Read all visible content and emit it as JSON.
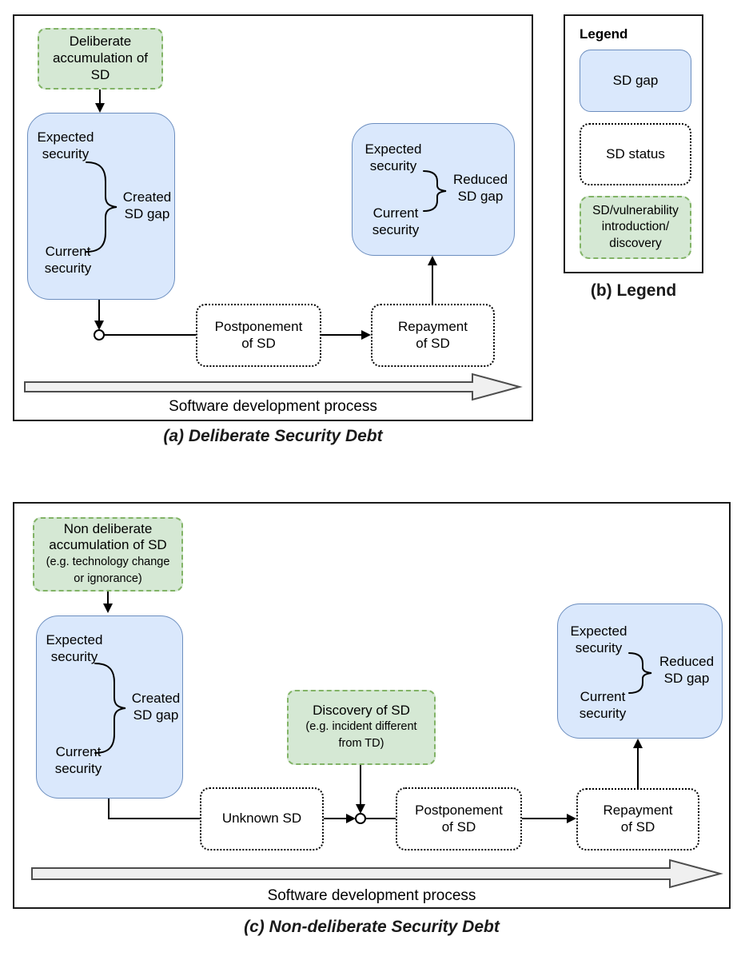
{
  "panel_a": {
    "caption": "(a) Deliberate Security Debt",
    "accumulation": "Deliberate\naccumulation of\nSD",
    "created_box": {
      "expected": "Expected\nsecurity",
      "gap": "Created\nSD gap",
      "current": "Current\nsecurity"
    },
    "reduced_box": {
      "expected": "Expected\nsecurity",
      "gap": "Reduced\nSD gap",
      "current": "Current\nsecurity"
    },
    "postponement": "Postponement\nof SD",
    "repayment": "Repayment\nof SD",
    "timeline": "Software development process"
  },
  "legend": {
    "title": "Legend",
    "caption": "(b) Legend",
    "items": [
      {
        "label": "SD gap"
      },
      {
        "label": "SD status"
      },
      {
        "label": "SD/vulnerability\nintroduction/\ndiscovery"
      }
    ]
  },
  "panel_c": {
    "caption": "(c) Non-deliberate Security Debt",
    "accumulation": "Non deliberate\naccumulation of SD",
    "accumulation_note": "(e.g. technology change\nor ignorance)",
    "created_box": {
      "expected": "Expected\nsecurity",
      "gap": "Created\nSD gap",
      "current": "Current\nsecurity"
    },
    "discovery": "Discovery of SD",
    "discovery_note": "(e.g. incident different\nfrom TD)",
    "unknown": "Unknown SD",
    "postponement": "Postponement\nof SD",
    "repayment": "Repayment\nof SD",
    "reduced_box": {
      "expected": "Expected\nsecurity",
      "gap": "Reduced\nSD gap",
      "current": "Current\nsecurity"
    },
    "timeline": "Software development process"
  },
  "colors": {
    "sd_gap_fill": "#dae8fc",
    "sd_gap_stroke": "#6c8ebf",
    "introduction_fill": "#d5e8d4",
    "introduction_stroke": "#82b366",
    "sd_status_stroke": "#000000",
    "timeline_fill": "#f0f0f0",
    "timeline_stroke": "#4d4d4d",
    "panel_border": "#1a1a1a"
  }
}
